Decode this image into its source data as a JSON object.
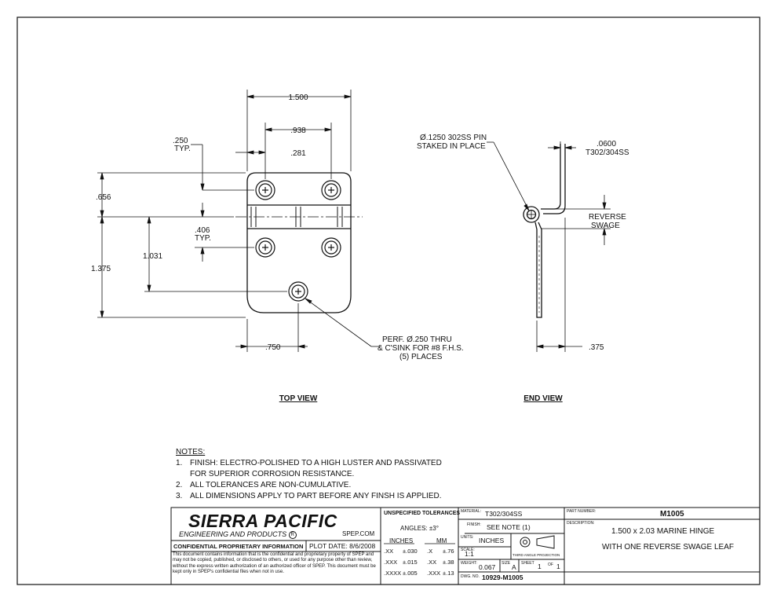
{
  "top_view": {
    "title": "TOP VIEW",
    "dims": {
      "width": "1.500",
      "hole_spacing": ".938",
      "hole_offset": ".281",
      "edge_typ_value": ".250",
      "edge_typ_suffix": "TYP.",
      "upper_height": ".656",
      "knuckle_value": ".406",
      "knuckle_suffix": "TYP.",
      "lower_hole": "1.031",
      "overall_lower": "1.375",
      "center_offset": ".750"
    },
    "callout": {
      "line1": "PERF.  Ø.250 THRU",
      "line2": "& C'SINK FOR #8 F.H.S.",
      "line3": "(5) PLACES"
    }
  },
  "end_view": {
    "title": "END VIEW",
    "pin_line1": "Ø.1250 302SS PIN",
    "pin_line2": "STAKED IN PLACE",
    "thickness_value": ".0600",
    "thickness_material": "T302/304SS",
    "swage_line1": "REVERSE",
    "swage_line2": "SWAGE",
    "depth": ".375"
  },
  "notes": {
    "heading": "NOTES:",
    "items": [
      {
        "num": "1.",
        "text": "FINISH: ELECTRO-POLISHED TO A HIGH LUSTER AND PASSIVATED"
      },
      {
        "num": "",
        "text": "FOR SUPERIOR CORROSION RESISTANCE."
      },
      {
        "num": "2.",
        "text": "ALL TOLERANCES ARE NON-CUMULATIVE."
      },
      {
        "num": "3.",
        "text": "ALL DIMENSIONS APPLY TO PART BEFORE ANY FINSH IS APPLIED."
      }
    ]
  },
  "title_block": {
    "company": "SIERRA PACIFIC",
    "company_sub": "ENGINEERING AND PRODUCTS",
    "website": "SPEP.COM",
    "confidential_label": "CONFIDENTIAL PROPRIETARY INFORMATION",
    "plot_date": "PLOT DATE:  8/6/2008",
    "disclaimer": "This document contains information that is the confidential and proprietary property of SPEP and may not be copied, published, or disclosed to others, or used for any purpose other than review, without the express written authorization of an authorized officer of SPEP. This document must be kept only in SPEP's confidential files when not in use.",
    "tolerances_title": "UNSPECIFIED TOLERANCES",
    "angles": "ANGLES:  ±3°",
    "inches_header": "INCHES",
    "mm_header": "MM",
    "inch_rows": [
      [
        ".XX",
        "±.030"
      ],
      [
        ".XXX",
        "±.015"
      ],
      [
        ".XXXX",
        "±.005"
      ]
    ],
    "mm_rows": [
      [
        ".X",
        "±.76"
      ],
      [
        ".XX",
        "±.38"
      ],
      [
        ".XXX",
        "±.13"
      ]
    ],
    "material_label": "MATERIAL:",
    "material_value": "T302/304SS",
    "finish_label": "FINISH:",
    "finish_value": "SEE NOTE (1)",
    "units_label": "UNITS:",
    "units_value": "INCHES",
    "scale_label": "SCALE:",
    "scale_value": "1:1",
    "projection_label": "THIRD ANGLE PROJECTION",
    "weight_label": "WEIGHT:",
    "weight_value": "0.067",
    "size_label": "SIZE",
    "size_value": "A",
    "sheet_label": "SHEET",
    "sheet_value": "1",
    "of_label": "OF",
    "of_value": "1",
    "dwg_label": "DWG. NO.",
    "dwg_value": "10929-M1005",
    "part_number_label": "PART NUMBER:",
    "part_number_value": "M1005",
    "description_label": "DESCRIPTION:",
    "description_line1": "1.500 x 2.03 MARINE HINGE",
    "description_line2": "WITH ONE REVERSE SWAGE LEAF"
  }
}
